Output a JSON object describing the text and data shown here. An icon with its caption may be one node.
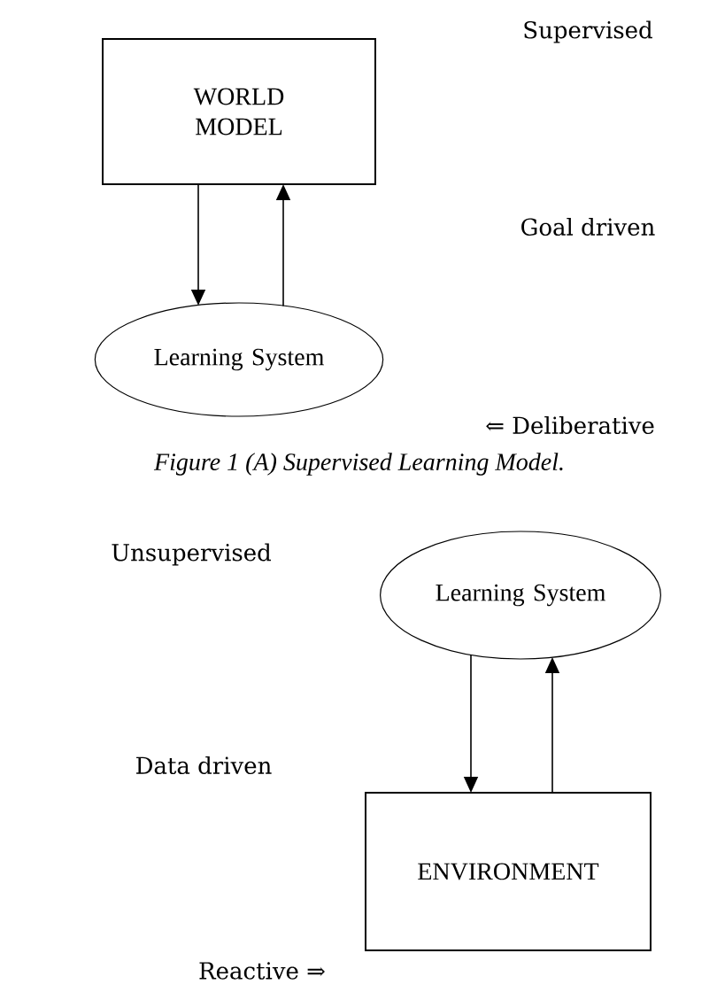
{
  "diagram": {
    "caption": "Figure 1 (A) Supervised Learning Model.",
    "nodes": [
      {
        "text": [
          "WORLD MODEL"
        ]
      },
      {
        "text": [
          "Learning System"
        ]
      },
      {
        "text": [
          "Learning System"
        ]
      },
      {
        "text": [
          "ENVIRONMENT"
        ]
      }
    ],
    "edges": [
      {
        "from": 0,
        "to": 1,
        "arrow": "to"
      },
      {
        "from": 1,
        "to": 0,
        "arrow": "to"
      },
      {
        "from": 2,
        "to": 3,
        "arrow": "to"
      },
      {
        "from": 3,
        "to": 2,
        "arrow": "to"
      }
    ],
    "labels": [
      "Supervised",
      "Goal driven",
      "⇐ Deliberative",
      "Unsupervised",
      "Data driven",
      "Reactive ⇒"
    ]
  }
}
